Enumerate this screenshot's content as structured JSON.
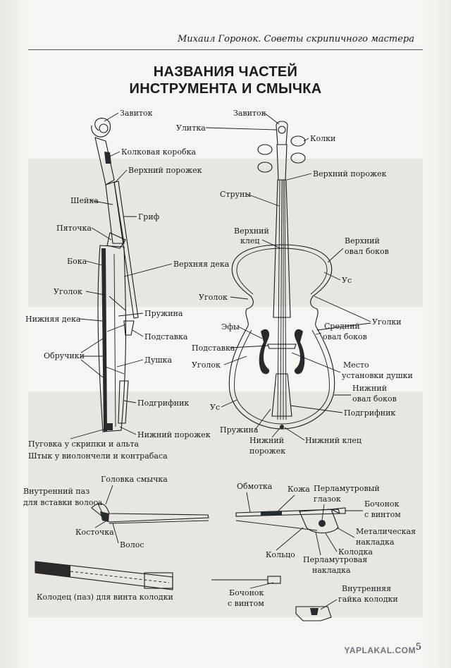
{
  "header": {
    "running_title": "Михаил Горонок. Советы скрипичного мастера"
  },
  "title": {
    "line1": "НАЗВАНИЯ ЧАСТЕЙ",
    "line2": "ИНСТРУМЕНТА И СМЫЧКА"
  },
  "labels": {
    "side": {
      "zavitok": "Завиток",
      "kolkovaya_korobka": "Колковая коробка",
      "verhniy_porozhek": "Верхний порожек",
      "sheyka": "Шейка",
      "grif": "Гриф",
      "pyatochka": "Пяточка",
      "boka": "Бока",
      "verhnyaya_deka": "Верхняя дека",
      "ugolok": "Уголок",
      "pruzhina": "Пружина",
      "nizhnyaya_deka": "Нижняя дека",
      "podstavka": "Подставка",
      "obruchiki": "Обручики",
      "dushka": "Душка",
      "podgrifnik": "Подгрифник",
      "nizhniy_porozhek": "Нижний порожек",
      "pugovka_1": "Пуговка у скрипки и альта",
      "pugovka_2": "Штык у виолончели и контрабаса"
    },
    "front": {
      "zavitok": "Завиток",
      "ulitka": "Улитка",
      "kolki": "Колки",
      "verhniy_porozhek": "Верхний порожек",
      "struny": "Струны",
      "verhniy_klets_1": "Верхний",
      "verhniy_klets_2": "клец",
      "verhniy_oval_1": "Верхний",
      "verhniy_oval_2": "овал боков",
      "us_top": "Ус",
      "ugolok_top": "Уголок",
      "ugolki": "Уголки",
      "efy": "Эфы",
      "sredniy_oval_1": "Средний",
      "sredniy_oval_2": "овал боков",
      "podstavka": "Подставка",
      "ugolok_bottom": "Уголок",
      "mesto_1": "Место",
      "mesto_2": "установки душки",
      "nizhniy_oval_1": "Нижний",
      "nizhniy_oval_2": "овал боков",
      "us_bottom": "Ус",
      "podgrifnik": "Подгрифник",
      "pruzhina": "Пружина",
      "nizhniy_porozhek_1": "Нижний",
      "nizhniy_porozhek_2": "порожек",
      "nizhniy_klets": "Нижний клец"
    },
    "bow": {
      "golovka": "Головка смычка",
      "paz_1": "Внутренний паз",
      "paz_2": "для вставки волоса",
      "kostochka": "Косточка",
      "volos": "Волос",
      "obmotka": "Обмотка",
      "kozha": "Кожа",
      "glazok_1": "Перламутровый",
      "glazok_2": "глазок",
      "bochonok_1": "Бочонок",
      "bochonok_2": "с винтом",
      "metall_1": "Металическая",
      "metall_2": "накладка",
      "kolodka": "Колодка",
      "koltso": "Кольцо",
      "perl_nakl_1": "Перламутровая",
      "perl_nakl_2": "накладка",
      "kolodets": "Колодец (паз) для винта колодки",
      "bochonok2_1": "Бочонок",
      "bochonok2_2": "с винтом",
      "gayka_1": "Внутренняя",
      "gayka_2": "гайка колодки"
    }
  },
  "page_number": "5",
  "watermark": "YAPLAKAL.COM"
}
